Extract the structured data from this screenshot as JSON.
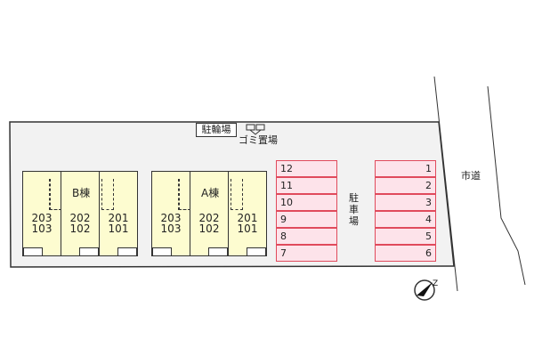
{
  "labels": {
    "bicycle_parking": "駐輪場",
    "garbage": "ゴミ置場",
    "parking": "駐車場",
    "road": "市道"
  },
  "buildings": [
    {
      "name": "B棟",
      "units": [
        {
          "upper": "203",
          "lower": "103"
        },
        {
          "upper": "202",
          "lower": "102"
        },
        {
          "upper": "201",
          "lower": "101"
        }
      ]
    },
    {
      "name": "A棟",
      "units": [
        {
          "upper": "203",
          "lower": "103"
        },
        {
          "upper": "202",
          "lower": "102"
        },
        {
          "upper": "201",
          "lower": "101"
        }
      ]
    }
  ],
  "parking_left": [
    "12",
    "11",
    "10",
    "9",
    "8",
    "7"
  ],
  "parking_right": [
    "1",
    "2",
    "3",
    "4",
    "5",
    "6"
  ],
  "icons": {
    "compass": "north-arrow-icon"
  },
  "colors": {
    "site": "#f2f2f2",
    "building": "#fdfcd0",
    "parking_fill": "#fde3ea",
    "parking_border": "#e04a5c"
  }
}
